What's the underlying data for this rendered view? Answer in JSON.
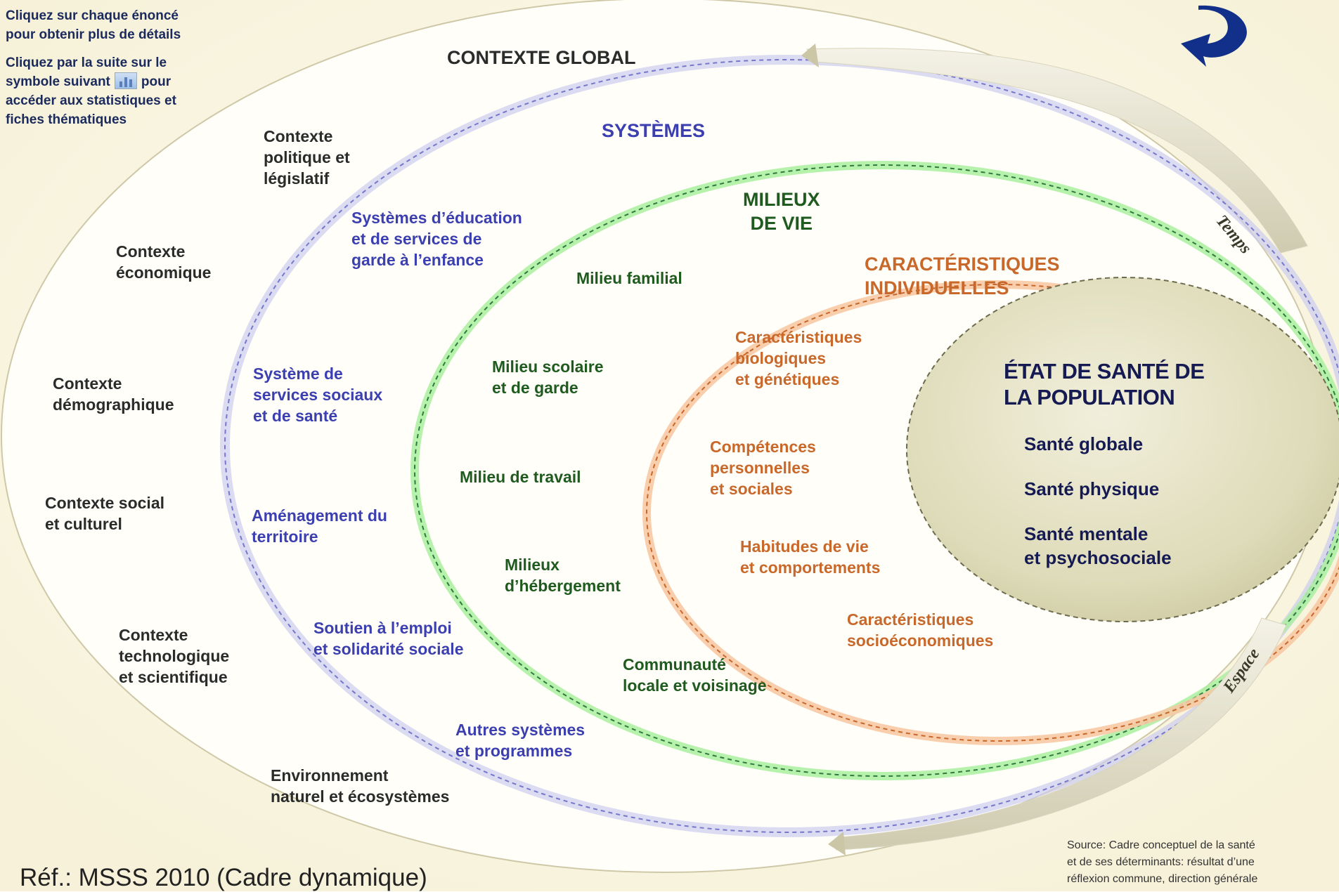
{
  "instructions": {
    "line1": "Cliquez sur chaque énoncé\npour obtenir plus de détails",
    "line2_before": "Cliquez par la suite sur le\nsymbole suivant",
    "line2_after": "pour\naccéder aux statistiques et\nfiches thématiques"
  },
  "layers": {
    "global": {
      "title": "CONTEXTE GLOBAL",
      "items": [
        "Contexte\npolitique et\nlégislatif",
        "Contexte\néconomique",
        "Contexte\ndémographique",
        "Contexte social\net culturel",
        "Contexte\ntechnologique\net scientifique",
        "Environnement\nnaturel et écosystèmes"
      ]
    },
    "systemes": {
      "title": "SYSTÈMES",
      "color": "#3b3fb0",
      "items": [
        "Systèmes d’éducation\net de services de\ngarde à l’enfance",
        "Système de\nservices sociaux\net de santé",
        "Aménagement du\nterritoire",
        "Soutien à l’emploi\net solidarité sociale",
        "Autres systèmes\net programmes"
      ]
    },
    "milieux": {
      "title": "MILIEUX\nDE VIE",
      "color": "#1f5a1f",
      "items": [
        "Milieu familial",
        "Milieu scolaire\net de garde",
        "Milieu de travail",
        "Milieux\nd’hébergement",
        "Communauté\nlocale et voisinage"
      ]
    },
    "caracteristiques": {
      "title": "CARACTÉRISTIQUES\nINDIVIDUELLES",
      "color": "#c8682b",
      "items": [
        "Caractéristiques\nbiologiques\net génétiques",
        "Compétences\npersonnelles\net sociales",
        "Habitudes de vie\net comportements",
        "Caractéristiques\nsocioéconomiques"
      ]
    },
    "etat": {
      "title": "ÉTAT DE SANTÉ DE\nLA POPULATION",
      "items": [
        "Santé globale",
        "Santé physique",
        "Santé mentale\net psychosociale"
      ]
    }
  },
  "arrows": {
    "temps": "Temps",
    "espace": "Espace"
  },
  "reference": "Réf.: MSSS 2010 (Cadre dynamique)",
  "source": "Source: Cadre conceptuel de la santé\net de ses déterminants: résultat d’une\nréflexion commune, direction générale"
}
